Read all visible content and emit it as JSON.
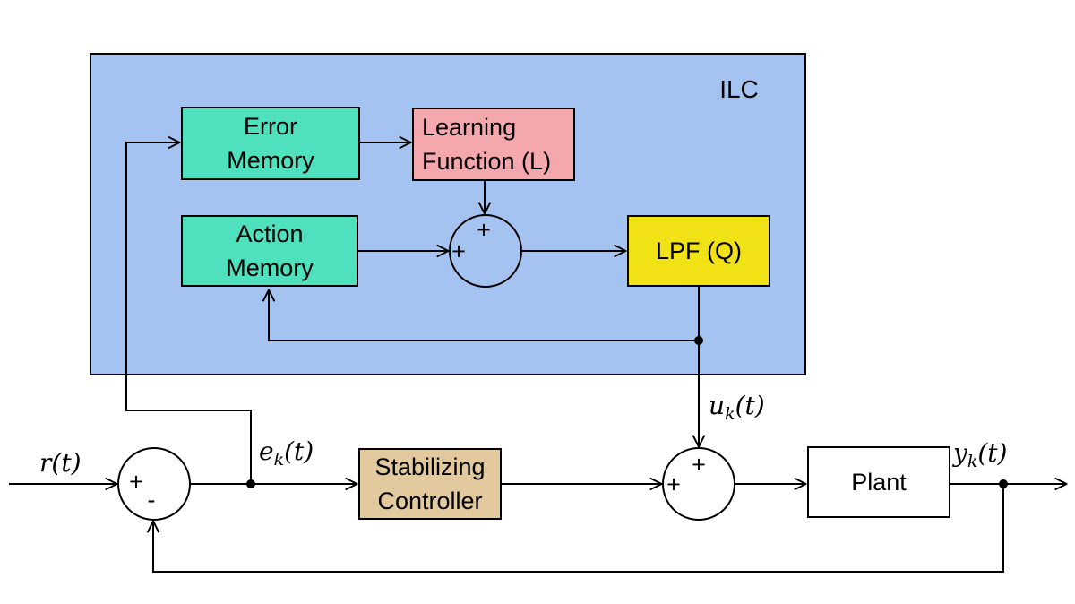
{
  "diagram": {
    "kind": "block-diagram",
    "container_label": "ILC",
    "blocks": {
      "error_memory": {
        "line1": "Error",
        "line2": "Memory"
      },
      "learning_function": {
        "line1": "Learning",
        "line2": "Function (L)"
      },
      "action_memory": {
        "line1": "Action",
        "line2": "Memory"
      },
      "lpf": {
        "label": "LPF (Q)"
      },
      "stabilizing_controller": {
        "line1": "Stabilizing",
        "line2": "Controller"
      },
      "plant": {
        "label": "Plant"
      }
    },
    "signals": {
      "r": {
        "base": "r",
        "sub": "",
        "suffix": "(t)"
      },
      "e": {
        "base": "e",
        "sub": "k",
        "suffix": "(t)"
      },
      "u": {
        "base": "u",
        "sub": "k",
        "suffix": "(t)"
      },
      "y": {
        "base": "y",
        "sub": "k",
        "suffix": "(t)"
      }
    },
    "junctions": {
      "input_sum": {
        "sign_top": "+",
        "sign_bottom": "-"
      },
      "ilc_sum": {
        "sign_top": "+",
        "sign_left": "+"
      },
      "plant_sum": {
        "sign_top": "+",
        "sign_left": "+"
      }
    },
    "colors": {
      "ilc_background": "#A5C3F1",
      "memory_block": "#4FE0BD",
      "learning_block": "#F5A7AE",
      "lpf_block": "#F0E214",
      "controller_block": "#E2C99E",
      "plant_block": "#FFFFFF",
      "line": "#000000"
    }
  }
}
